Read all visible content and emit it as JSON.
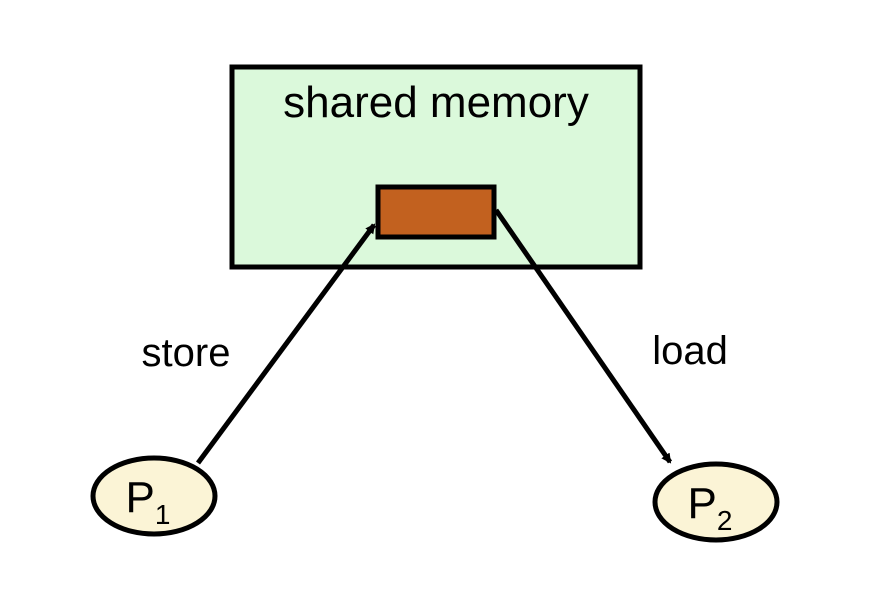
{
  "memory": {
    "label": "shared memory",
    "fill_color": "#dbf9db",
    "cell_color": "#c2611f"
  },
  "processors": [
    {
      "letter": "P",
      "subscript": "1"
    },
    {
      "letter": "P",
      "subscript": "2"
    }
  ],
  "processor_fill": "#fbf4d6",
  "arrows": {
    "store_label": "store",
    "load_label": "load"
  }
}
